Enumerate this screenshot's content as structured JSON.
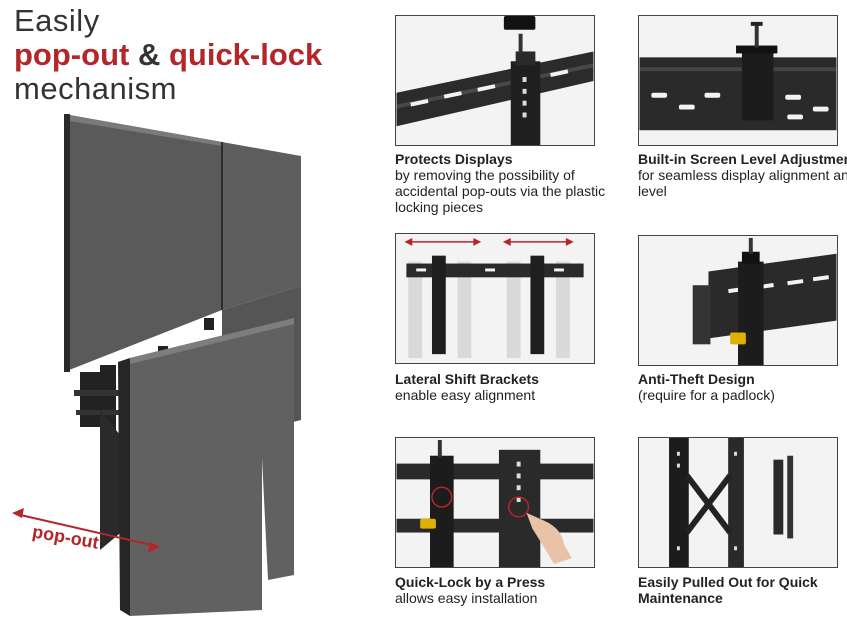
{
  "headline": {
    "line1": "Easily",
    "accent1": "pop-out",
    "amp": " & ",
    "accent2": "quick-lock",
    "line3": "mechanism"
  },
  "hero": {
    "arrow_label": "pop-out"
  },
  "features": [
    {
      "title": "Protects Displays",
      "desc": "by removing the possibility of accidental pop-outs via the plastic locking pieces"
    },
    {
      "title": "Built-in Screen Level Adjustment",
      "desc": "for seamless display alignment and level"
    },
    {
      "title": "Lateral Shift Brackets",
      "desc": "enable easy alignment"
    },
    {
      "title": "Anti-Theft Design",
      "desc": "(require for a padlock)"
    },
    {
      "title": "Quick-Lock by a Press",
      "desc": "allows easy installation"
    },
    {
      "title": "Easily Pulled Out for Quick Maintenance",
      "desc": ""
    }
  ],
  "colors": {
    "accent": "#b3262a",
    "metal": "#2a2a2a",
    "screen": "#5e5e5e",
    "lock": "#e0b000"
  }
}
